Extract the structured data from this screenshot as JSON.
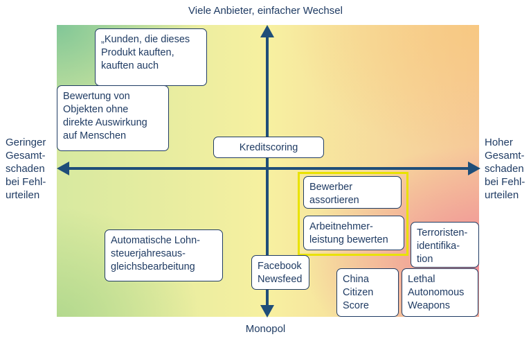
{
  "axes": {
    "top": "Viele Anbieter, einfacher Wechsel",
    "bottom": "Monopol",
    "left": "Geringer\nGesamt-\nschaden\nbei Fehl-\nurteilen",
    "right": "Hoher\nGesamt-\nschaden\nbei Fehl-\nurteilen"
  },
  "boxes": {
    "kunden": "„Kunden, die dieses\nProdukt kauften,\nkauften auch",
    "bewertung": "Bewertung von\nObjekten ohne\ndirekte Auswirkung\nauf Menschen",
    "kreditscoring": "Kreditscoring",
    "bewerber": "Bewerber\nassortieren",
    "arbeitnehmer": "Arbeitnehmer-\nleistung bewerten",
    "terroristen": "Terroristen-\nidentifika-\ntion",
    "lohnsteuer": "Automatische Lohn-\nsteuerjahresaus-\ngleichsbearbeitung",
    "facebook": "Facebook\nNewsfeed",
    "china": "China\nCitizen\nScore",
    "lethal": "Lethal\nAutonomous\nWeapons"
  },
  "colors": {
    "axis": "#1f4e79",
    "text": "#1f3b63",
    "highlight": "#e9e200"
  }
}
